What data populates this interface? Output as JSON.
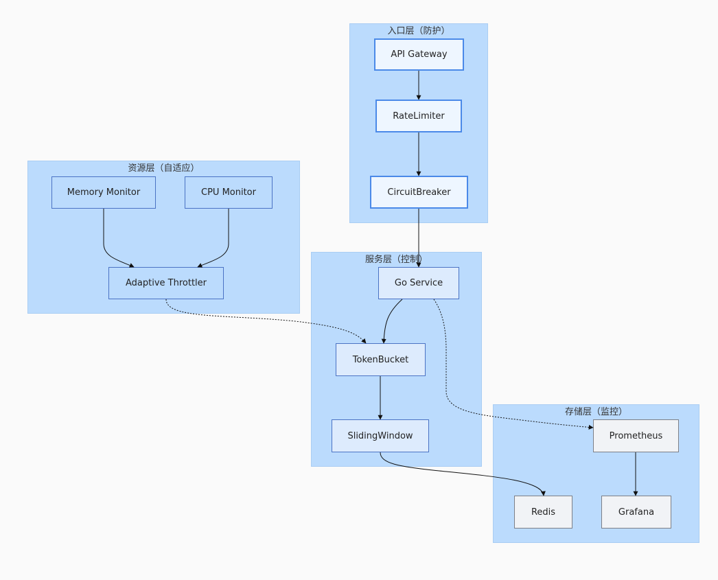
{
  "clusters": {
    "entry": {
      "title": "入口层（防护）"
    },
    "resource": {
      "title": "资源层（自适应）"
    },
    "service": {
      "title": "服务层（控制）"
    },
    "storage": {
      "title": "存储层（监控）"
    }
  },
  "nodes": {
    "api_gateway": "API Gateway",
    "rate_limiter": "RateLimiter",
    "circuit_breaker": "CircuitBreaker",
    "memory_monitor": "Memory Monitor",
    "cpu_monitor": "CPU Monitor",
    "adaptive_throttler": "Adaptive Throttler",
    "go_service": "Go Service",
    "token_bucket": "TokenBucket",
    "sliding_window": "SlidingWindow",
    "prometheus": "Prometheus",
    "redis": "Redis",
    "grafana": "Grafana"
  },
  "edges": [
    {
      "from": "API Gateway",
      "to": "RateLimiter",
      "style": "solid"
    },
    {
      "from": "RateLimiter",
      "to": "CircuitBreaker",
      "style": "solid"
    },
    {
      "from": "CircuitBreaker",
      "to": "Go Service",
      "style": "solid"
    },
    {
      "from": "Memory Monitor",
      "to": "Adaptive Throttler",
      "style": "solid"
    },
    {
      "from": "CPU Monitor",
      "to": "Adaptive Throttler",
      "style": "solid"
    },
    {
      "from": "Adaptive Throttler",
      "to": "TokenBucket",
      "style": "dotted"
    },
    {
      "from": "Go Service",
      "to": "TokenBucket",
      "style": "solid"
    },
    {
      "from": "Go Service",
      "to": "Prometheus",
      "style": "dotted"
    },
    {
      "from": "TokenBucket",
      "to": "SlidingWindow",
      "style": "solid"
    },
    {
      "from": "SlidingWindow",
      "to": "Redis",
      "style": "solid"
    },
    {
      "from": "Prometheus",
      "to": "Grafana",
      "style": "solid"
    }
  ]
}
